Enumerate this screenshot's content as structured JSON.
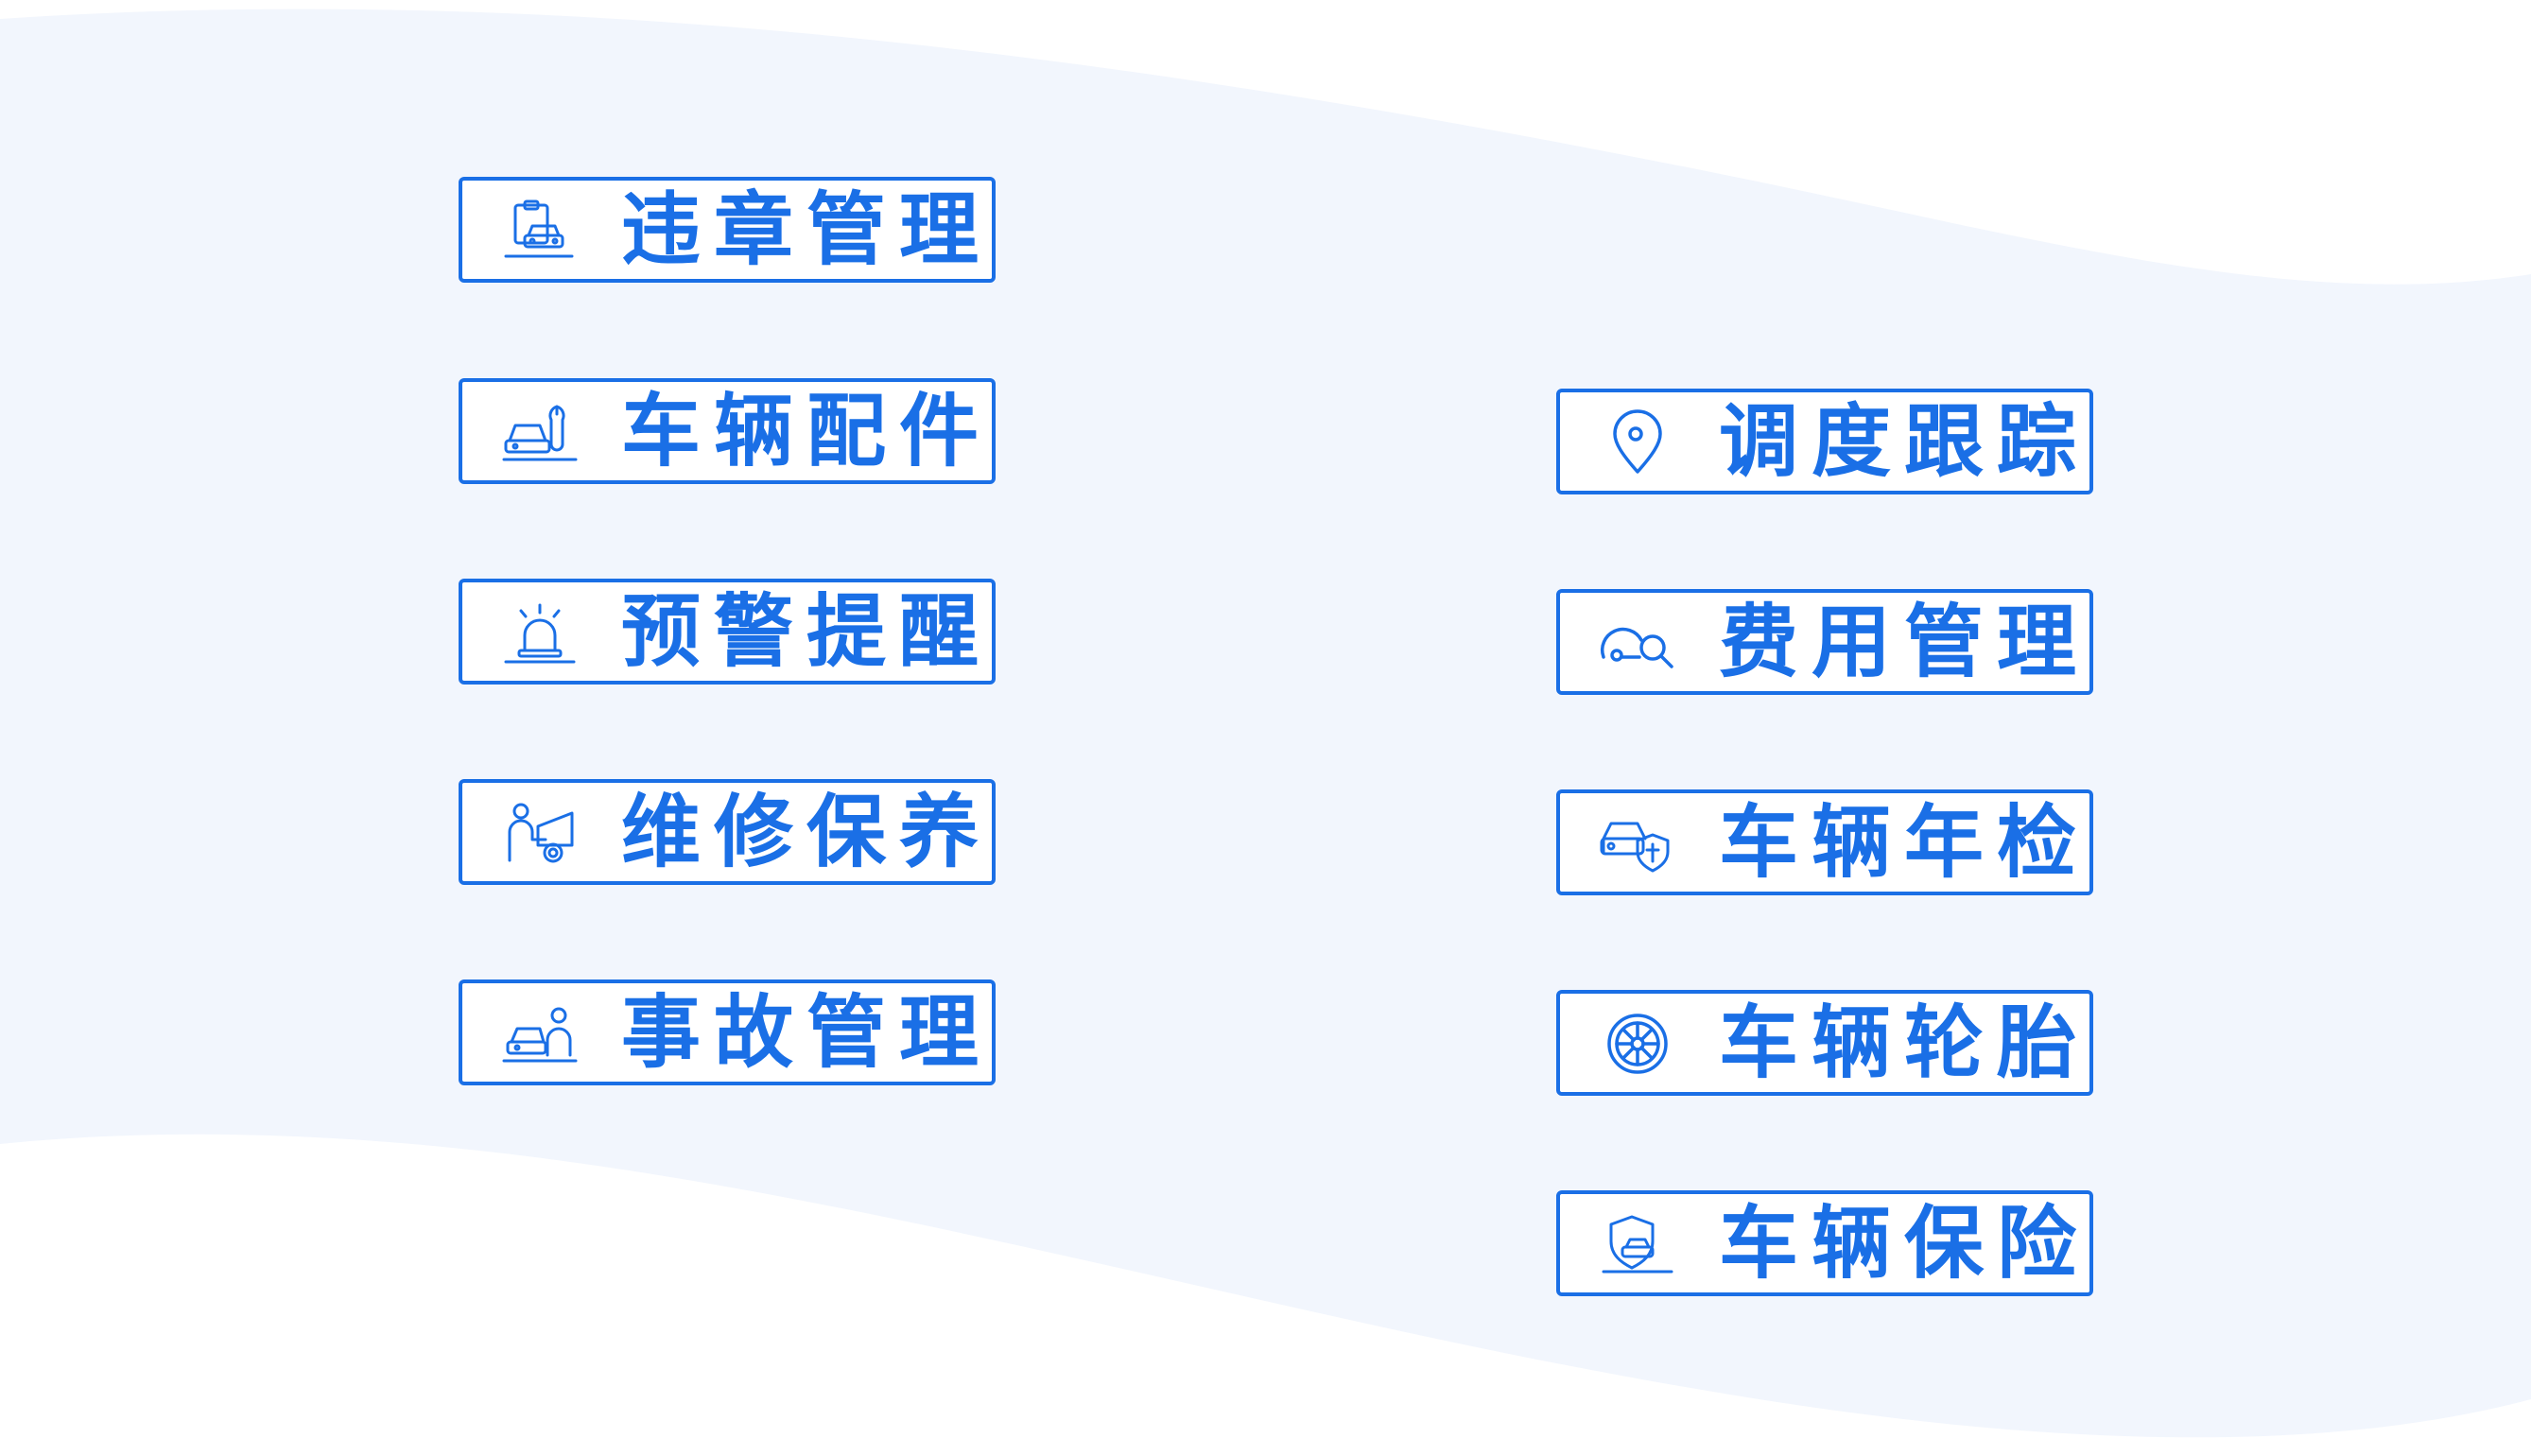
{
  "theme": {
    "accent": "#1a6fe6",
    "background": "#ffffff",
    "wave_fill": "#f2f6fd"
  },
  "menu": {
    "left_column": [
      {
        "label": "违章管理",
        "icon": "violation-car-clipboard-icon"
      },
      {
        "label": "车辆配件",
        "icon": "car-wrench-icon"
      },
      {
        "label": "预警提醒",
        "icon": "alarm-siren-icon"
      },
      {
        "label": "维修保养",
        "icon": "mechanic-repair-icon"
      },
      {
        "label": "事故管理",
        "icon": "accident-car-person-icon"
      }
    ],
    "right_column": [
      {
        "label": "调度跟踪",
        "icon": "location-pin-icon"
      },
      {
        "label": "费用管理",
        "icon": "car-magnifier-icon"
      },
      {
        "label": "车辆年检",
        "icon": "car-inspection-shield-icon"
      },
      {
        "label": "车辆轮胎",
        "icon": "tire-wheel-icon"
      },
      {
        "label": "车辆保险",
        "icon": "car-insurance-shield-icon"
      }
    ]
  }
}
